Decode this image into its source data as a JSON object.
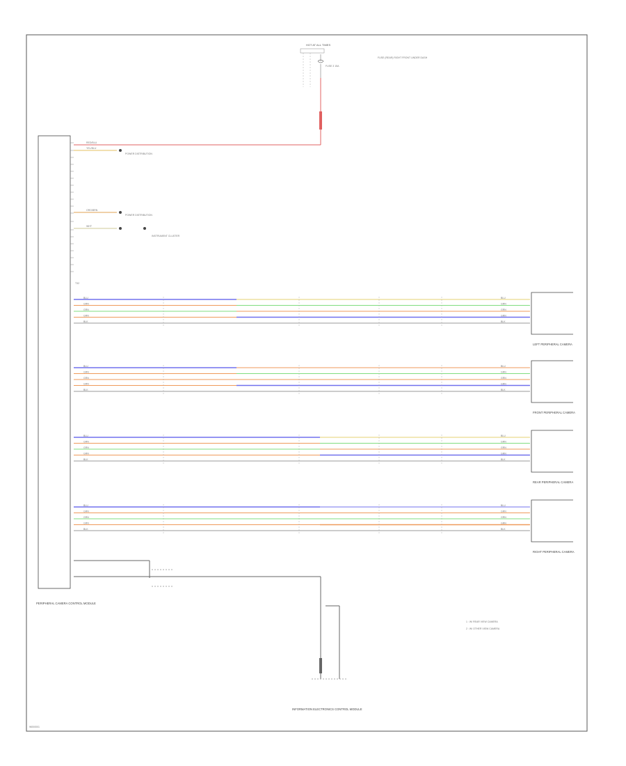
{
  "source": {
    "header": "HOT AT ALL TIMES",
    "fuse_label": "FUSE 3 15A",
    "note": "FUSE (REAR) RIGHT FRONT UNDER DASH"
  },
  "top_wire": {
    "label": "RED/BLU"
  },
  "yel_wire": {
    "label": "YEL/BLU",
    "note": "POWER DISTRIBUTION"
  },
  "org_wire": {
    "label": "ORG/BRN",
    "note": "POWER DISTRIBUTION"
  },
  "wht_wire": {
    "label": "WHT",
    "note": "INSTRUMENT CLUSTER"
  },
  "pin_block_label": "T32",
  "harness_colors": {
    "blue": "#7070ee",
    "orange": "#ef9a5a",
    "green": "#7fdd7f",
    "yellow": "#e6d070",
    "gray": "#9a9a9a",
    "red": "#e06060"
  },
  "harness_wire_labels": [
    "BLU",
    "GRN",
    "GRN",
    "GRN",
    "BLK"
  ],
  "cameras": [
    {
      "label": "LEFT PERIPHERAL CAMERA"
    },
    {
      "label": "FRONT PERIPHERAL CAMERA"
    },
    {
      "label": "REAR PERIPHERAL CAMERA"
    },
    {
      "label": "RIGHT PERIPHERAL CAMERA"
    }
  ],
  "module": {
    "label": "PERIPHERAL CAMERA CONTROL MODULE"
  },
  "bottom_module": {
    "label": "INFORMATION ELECTRONICS CONTROL MODULE"
  },
  "legend": [
    "1 : W/ REAR VIEW CAMERA",
    "2 : W/ OTHER VIEW CAMERA"
  ],
  "footer_id": "W000001"
}
